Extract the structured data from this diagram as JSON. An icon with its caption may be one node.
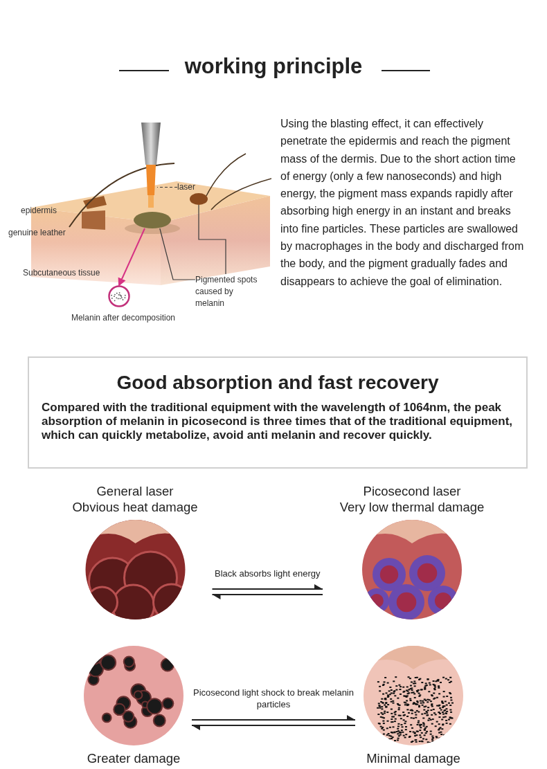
{
  "diagram": {
    "title": "working principle",
    "nodes": [
      {
        "text": [
          "laser"
        ]
      },
      {
        "text": [],
        "shape": "bar"
      },
      {
        "text": [],
        "shape": "circle"
      },
      {
        "text": [
          "Pigmented spots caused by melanin"
        ]
      },
      {
        "text": [],
        "shape": "circle"
      },
      {
        "text": [],
        "shape": "circle",
        "beside": [
          "Melanin after decomposition"
        ]
      },
      {
        "text": [
          "Good absorption and fast recovery",
          "Compared with the traditional equipment with the wavelength of 1064nm, the peak absorption of melanin in picosecond is three times that of the traditional equipment, which can quickly metabolize, avoid anti melanin and recover quickly."
        ]
      },
      {
        "text": [
          "General laser",
          "Obvious heat damage"
        ]
      },
      {
        "text": [
          "Picosecond laser",
          "Very low thermal damage"
        ]
      },
      {
        "text": [
          "Greater damage"
        ]
      },
      {
        "text": [
          "Minimal damage"
        ]
      }
    ],
    "edges": [
      {
        "from": 0,
        "to": 1,
        "arrow": "none",
        "style": "dashed"
      },
      {
        "from": 3,
        "to": 2,
        "arrow": "none"
      },
      {
        "from": 3,
        "to": 4,
        "arrow": "none"
      },
      {
        "from": 2,
        "to": 5,
        "arrow": "to",
        "color": "#d63384"
      },
      {
        "from": 7,
        "to": 8,
        "arrow": "to",
        "label": "Black absorbs light energy"
      },
      {
        "from": 8,
        "to": 7,
        "arrow": "to"
      },
      {
        "from": 9,
        "to": 10,
        "arrow": "to",
        "label": "Picosecond light shock to break melanin particles"
      },
      {
        "from": 10,
        "to": 9,
        "arrow": "to"
      }
    ],
    "labels": [
      "epidermis",
      "genuine leather",
      "Subcutaneous tissue",
      "Using the blasting effect, it can effectively penetrate the epidermis and reach the pigment mass of the dermis. Due to the short action time of energy (only a few nanoseconds) and high energy, the pigment mass expands rapidly after absorbing high energy in an instant and breaks into fine particles. These particles are swallowed by macrophages in the body and discharged from the body, and the pigment gradually fades and disappears to achieve the goal of elimination."
    ]
  }
}
